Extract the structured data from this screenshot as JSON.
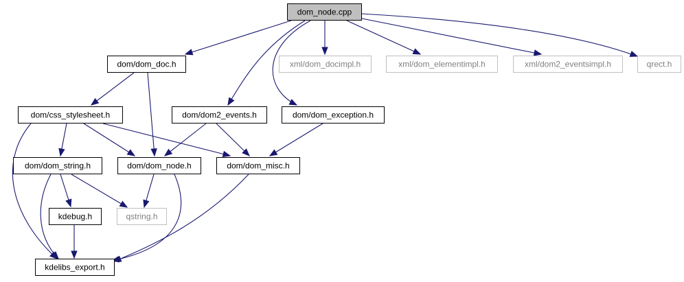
{
  "diagram": {
    "type": "include-dependency-graph",
    "colors": {
      "edge": "#191970",
      "root_fill": "#bfbfbf",
      "node_border": "#000000",
      "external_border": "#bfbfbf",
      "external_text": "#808080",
      "text": "#000000"
    },
    "nodes": [
      {
        "id": "dom_node_cpp",
        "label": "dom_node.cpp",
        "kind": "root"
      },
      {
        "id": "dom_doc_h",
        "label": "dom/dom_doc.h",
        "kind": "normal"
      },
      {
        "id": "xml_dom_docimpl_h",
        "label": "xml/dom_docimpl.h",
        "kind": "external"
      },
      {
        "id": "xml_dom_elementimpl_h",
        "label": "xml/dom_elementimpl.h",
        "kind": "external"
      },
      {
        "id": "xml_dom2_eventsimpl_h",
        "label": "xml/dom2_eventsimpl.h",
        "kind": "external"
      },
      {
        "id": "qrect_h",
        "label": "qrect.h",
        "kind": "external"
      },
      {
        "id": "css_stylesheet_h",
        "label": "dom/css_stylesheet.h",
        "kind": "normal"
      },
      {
        "id": "dom2_events_h",
        "label": "dom/dom2_events.h",
        "kind": "normal"
      },
      {
        "id": "dom_exception_h",
        "label": "dom/dom_exception.h",
        "kind": "normal"
      },
      {
        "id": "dom_string_h",
        "label": "dom/dom_string.h",
        "kind": "normal"
      },
      {
        "id": "dom_node_h",
        "label": "dom/dom_node.h",
        "kind": "normal"
      },
      {
        "id": "dom_misc_h",
        "label": "dom/dom_misc.h",
        "kind": "normal"
      },
      {
        "id": "kdebug_h",
        "label": "kdebug.h",
        "kind": "normal"
      },
      {
        "id": "qstring_h",
        "label": "qstring.h",
        "kind": "external"
      },
      {
        "id": "kdelibs_export_h",
        "label": "kdelibs_export.h",
        "kind": "normal"
      }
    ],
    "edges": [
      {
        "from": "dom_node_cpp",
        "to": "dom_doc_h"
      },
      {
        "from": "dom_node_cpp",
        "to": "dom2_events_h"
      },
      {
        "from": "dom_node_cpp",
        "to": "dom_exception_h"
      },
      {
        "from": "dom_node_cpp",
        "to": "xml_dom_docimpl_h"
      },
      {
        "from": "dom_node_cpp",
        "to": "xml_dom_elementimpl_h"
      },
      {
        "from": "dom_node_cpp",
        "to": "xml_dom2_eventsimpl_h"
      },
      {
        "from": "dom_node_cpp",
        "to": "qrect_h"
      },
      {
        "from": "dom_doc_h",
        "to": "css_stylesheet_h"
      },
      {
        "from": "dom_doc_h",
        "to": "dom_node_h"
      },
      {
        "from": "css_stylesheet_h",
        "to": "dom_string_h"
      },
      {
        "from": "css_stylesheet_h",
        "to": "dom_node_h"
      },
      {
        "from": "css_stylesheet_h",
        "to": "dom_misc_h"
      },
      {
        "from": "css_stylesheet_h",
        "to": "kdelibs_export_h"
      },
      {
        "from": "dom2_events_h",
        "to": "dom_node_h"
      },
      {
        "from": "dom2_events_h",
        "to": "dom_misc_h"
      },
      {
        "from": "dom_exception_h",
        "to": "dom_misc_h"
      },
      {
        "from": "dom_string_h",
        "to": "kdebug_h"
      },
      {
        "from": "dom_string_h",
        "to": "qstring_h"
      },
      {
        "from": "dom_string_h",
        "to": "kdelibs_export_h"
      },
      {
        "from": "dom_node_h",
        "to": "qstring_h"
      },
      {
        "from": "dom_node_h",
        "to": "kdelibs_export_h"
      },
      {
        "from": "dom_misc_h",
        "to": "kdelibs_export_h"
      },
      {
        "from": "kdebug_h",
        "to": "kdelibs_export_h"
      }
    ]
  }
}
